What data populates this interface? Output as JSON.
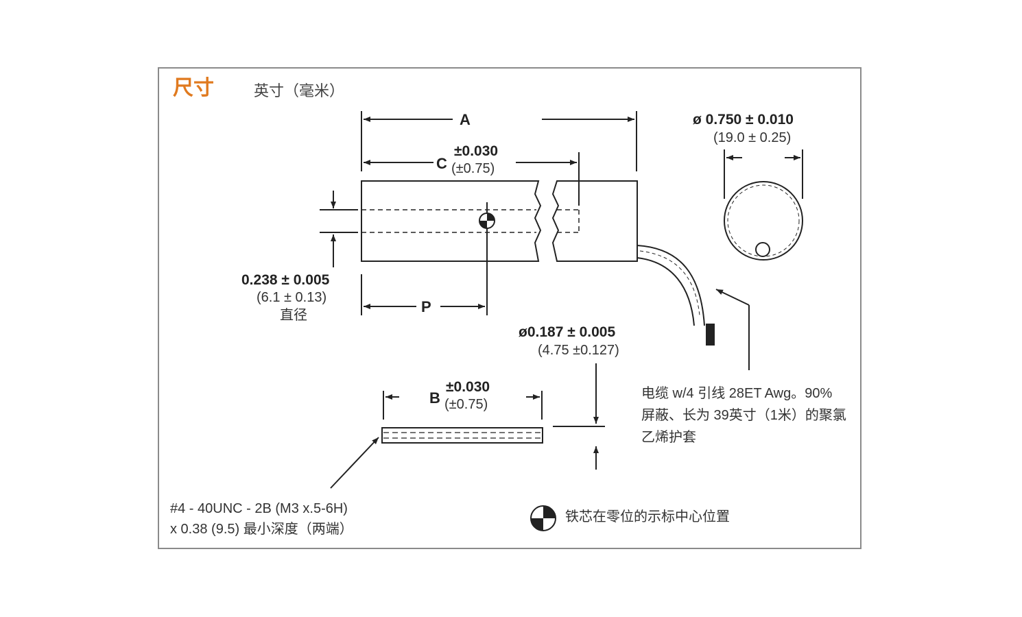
{
  "title": "尺寸",
  "subtitle": "英寸（毫米）",
  "dimensions": {
    "a_label": "A",
    "c_label": "C",
    "c_tol": "±0.030",
    "c_tol_mm": "(±0.75)",
    "diameter": "ø 0.750 ± 0.010",
    "diameter_mm": "(19.0 ± 0.25)",
    "bore": "0.238 ± 0.005",
    "bore_mm": "(6.1 ± 0.13)",
    "bore_note": "直径",
    "p_label": "P",
    "rod_dia": "ø0.187 ± 0.005",
    "rod_dia_mm": "(4.75 ±0.127)",
    "b_label": "B",
    "b_tol": "±0.030",
    "b_tol_mm": "(±0.75)"
  },
  "notes": {
    "cable": "电缆 w/4 引线 28ET Awg。90% 屏蔽、长为 39英寸（1米）的聚氯乙烯护套",
    "thread_line1": "#4 - 40UNC - 2B (M3 x.5-6H)",
    "thread_line2": "x 0.38 (9.5) 最小深度（两端）",
    "legend": "铁芯在零位的示标中心位置"
  }
}
